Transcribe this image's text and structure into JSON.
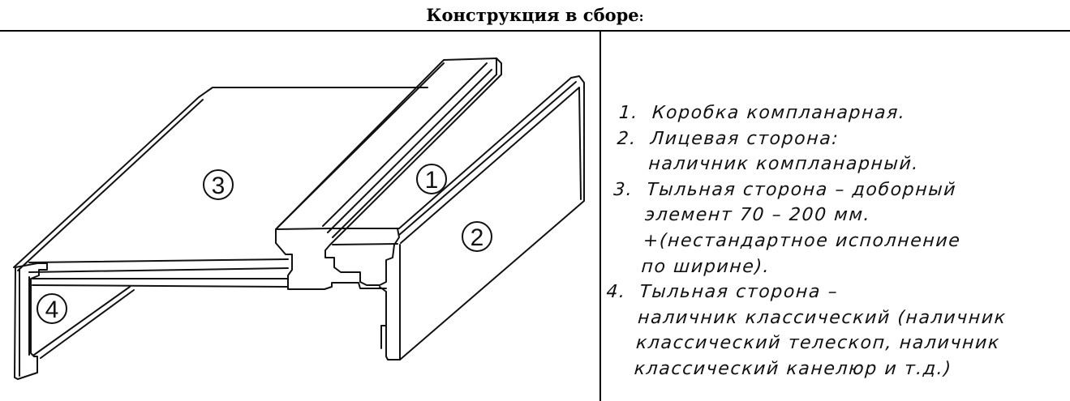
{
  "title": {
    "text": "Конструкция в сборе",
    "colon": ":"
  },
  "callouts": {
    "c1": "1",
    "c2": "2",
    "c3": "3",
    "c4": "4"
  },
  "legend": {
    "item1": {
      "num": "1.",
      "text": "Коробка компланарная."
    },
    "item2": {
      "num": "2.",
      "text": "Лицевая сторона:",
      "cont1": "наличник компланарный."
    },
    "item3": {
      "num": "3.",
      "text": "Тыльная сторона – доборный",
      "cont1": "элемент 70 – 200 мм.",
      "cont2": "+(нестандартное исполнение",
      "cont3": "по ширине)."
    },
    "item4": {
      "num": "4.",
      "text": "Тыльная сторона –",
      "cont1": "наличник классический (наличник",
      "cont2": "классический телескоп, наличник",
      "cont3": "классический канелюр и т.д.)"
    }
  }
}
